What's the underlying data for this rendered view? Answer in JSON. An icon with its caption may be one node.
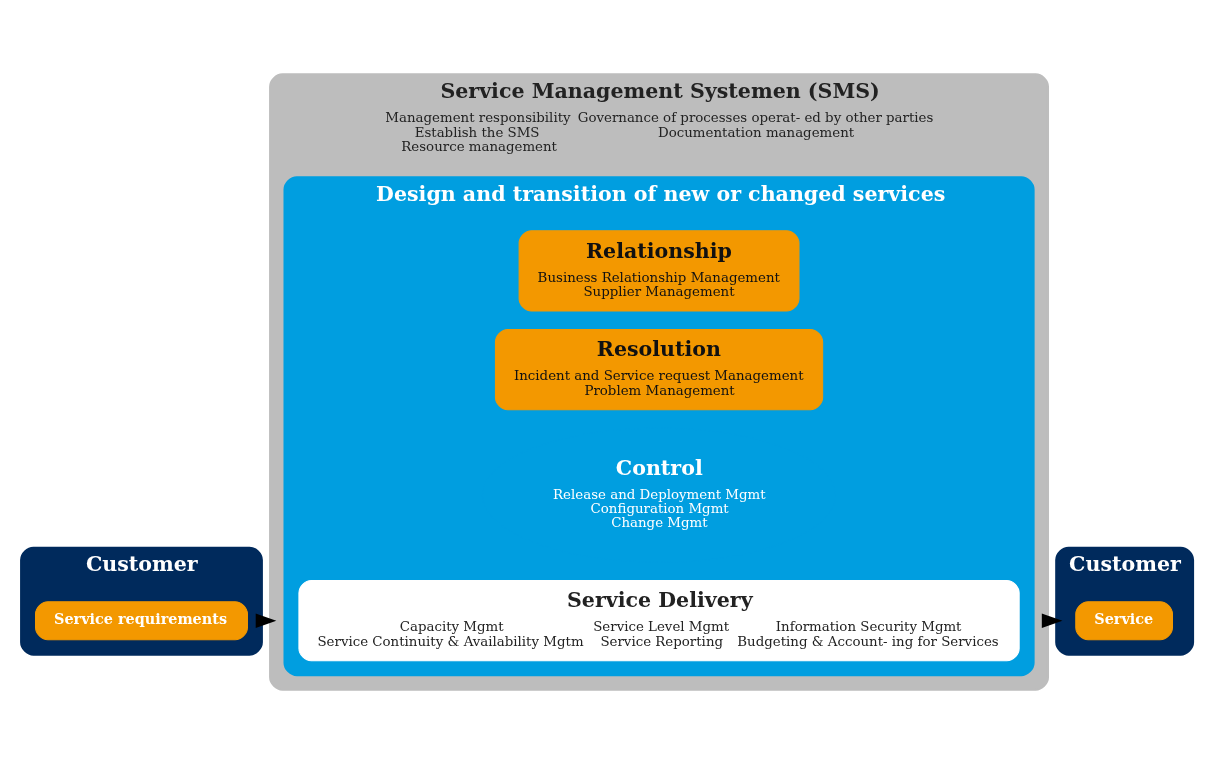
{
  "diagram": {
    "nodes": [
      {
        "text": [
          "Customer"
        ]
      },
      {
        "text": [
          "Service requirements"
        ],
        "in": 0
      },
      {
        "text": [
          "Service Management Systemen (SMS)",
          "Management responsibility",
          "Establish the SMS",
          "Resource management",
          "Governance of processes operat- ed by other parties",
          "Documentation management"
        ]
      },
      {
        "text": [
          "Design and transition of new or changed services"
        ],
        "in": 2
      },
      {
        "text": [
          "Service Delivery",
          "Capacity Mgmt",
          "Service Continuity & Availability Mgtm",
          "Service Level Mgmt",
          "Service Reporting",
          "Information Security Mgmt",
          "Budgeting & Account- ing for Services"
        ],
        "in": 3
      },
      {
        "text": [
          "Control",
          "Release and Deployment Mgmt",
          "Configuration Mgmt",
          "Change Mgmt"
        ],
        "in": 3
      },
      {
        "text": [
          "Resolution",
          "Incident and Service request Management",
          "Problem Management"
        ],
        "in": 3
      },
      {
        "text": [
          "Relationship",
          "Business Relationship Management",
          "Supplier Management"
        ],
        "in": 3
      },
      {
        "text": [
          "Customer"
        ]
      },
      {
        "text": [
          "Service"
        ],
        "in": 8
      }
    ],
    "edges": [
      {
        "from": 0,
        "to": 2,
        "arrow": "to"
      },
      {
        "from": 2,
        "to": 8,
        "arrow": "to"
      }
    ]
  }
}
